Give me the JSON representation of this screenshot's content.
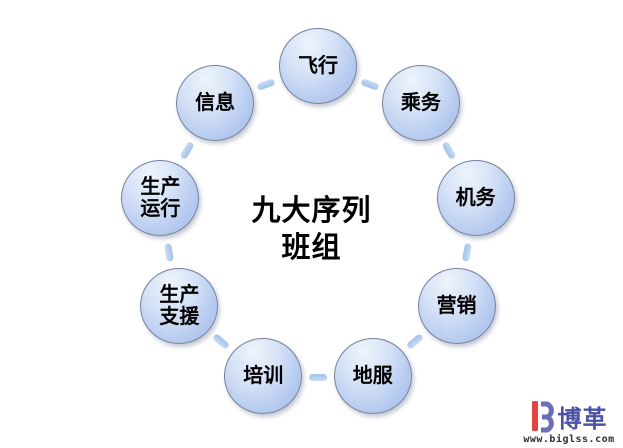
{
  "title": {
    "text": "九大序列\n班组"
  },
  "diagram": {
    "nodes": [
      {
        "label": "飞行"
      },
      {
        "label": "乘务"
      },
      {
        "label": "机务"
      },
      {
        "label": "营销"
      },
      {
        "label": "地服"
      },
      {
        "label": "培训"
      },
      {
        "label": "生产\n支援"
      },
      {
        "label": "生产\n运行"
      },
      {
        "label": "信息"
      }
    ],
    "colors": {
      "node_fill_top": "#eff4fc",
      "node_fill_bottom": "#a4bdea",
      "node_border": "#78829b",
      "dash": "#a9c7ec",
      "text": "#000000"
    }
  },
  "logo": {
    "brand": "博革",
    "url": "www.biglss.com",
    "colors": {
      "mark_red": "#e24444",
      "mark_blue": "#6a6fb6",
      "brand_text": "#4b51a5",
      "url_text": "#2e2e3a"
    }
  }
}
